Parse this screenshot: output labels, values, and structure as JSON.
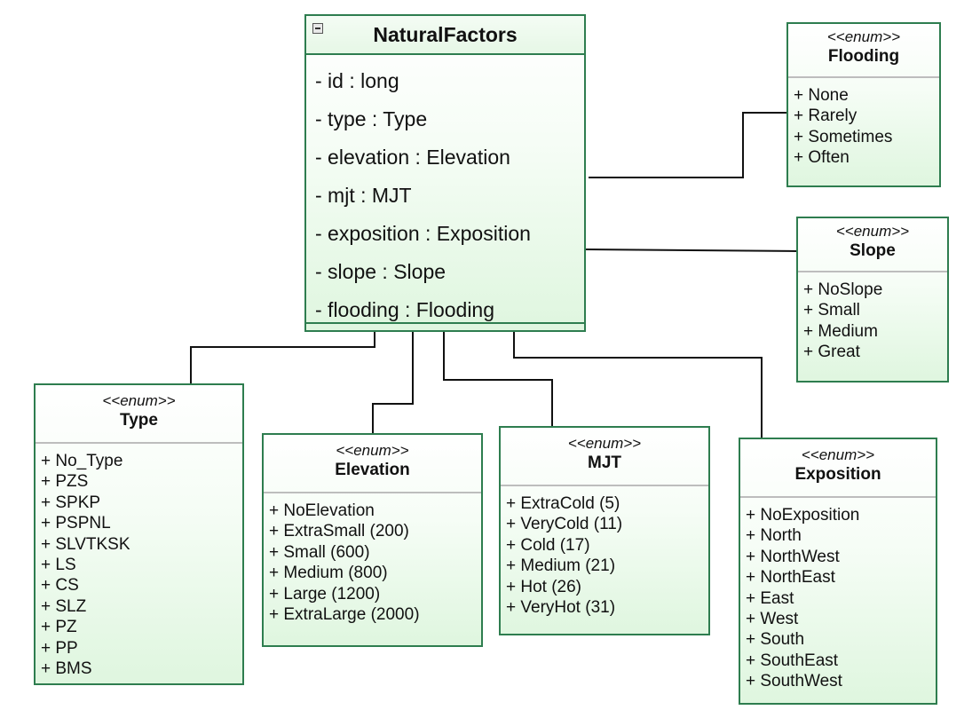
{
  "main_class": {
    "name": "NaturalFactors",
    "attributes": [
      "- id : long",
      "- type : Type",
      "- elevation : Elevation",
      "- mjt : MJT",
      "- exposition : Exposition",
      "- slope : Slope",
      "- flooding : Flooding"
    ]
  },
  "stereotype": "<<enum>>",
  "enums": {
    "flooding": {
      "name": "Flooding",
      "literals": [
        "+ None",
        "+ Rarely",
        "+ Sometimes",
        "+ Often"
      ]
    },
    "slope": {
      "name": "Slope",
      "literals": [
        "+ NoSlope",
        "+ Small",
        "+ Medium",
        "+ Great"
      ]
    },
    "type": {
      "name": "Type",
      "literals": [
        "+ No_Type",
        "+ PZS",
        "+ SPKP",
        "+ PSPNL",
        "+ SLVTKSK",
        "+ LS",
        "+ CS",
        "+ SLZ",
        "+ PZ",
        "+ PP",
        "+ BMS"
      ]
    },
    "elevation": {
      "name": "Elevation",
      "literals": [
        "+ NoElevation",
        "+ ExtraSmall (200)",
        "+ Small (600)",
        "+ Medium (800)",
        "+ Large (1200)",
        "+ ExtraLarge (2000)"
      ]
    },
    "mjt": {
      "name": "MJT",
      "literals": [
        "+ ExtraCold (5)",
        "+ VeryCold (11)",
        "+ Cold (17)",
        "+ Medium (21)",
        "+ Hot (26)",
        "+ VeryHot (31)"
      ]
    },
    "exposition": {
      "name": "Exposition",
      "literals": [
        "+ NoExposition",
        "+ North",
        "+ NorthWest",
        "+ NorthEast",
        "+ East",
        "+ West",
        "+ South",
        "+ SouthEast",
        "+ SouthWest"
      ]
    }
  }
}
